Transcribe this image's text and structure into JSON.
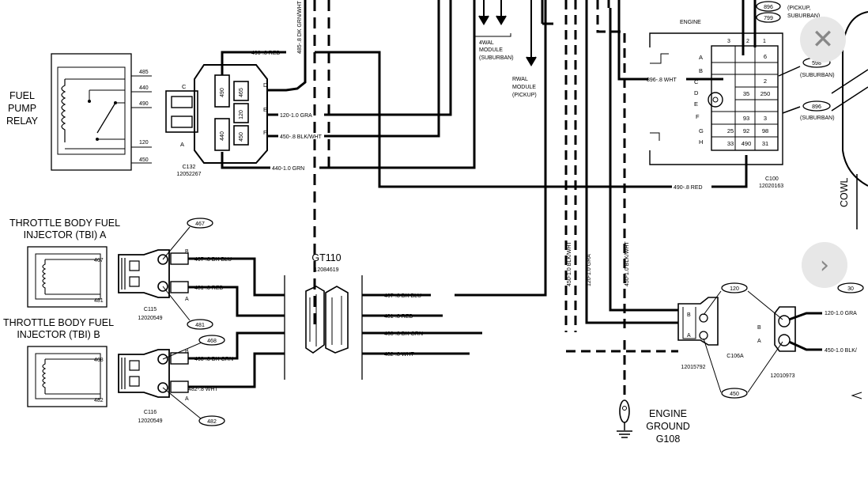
{
  "relay": {
    "title_lines": [
      "FUEL",
      "PUMP",
      "RELAY"
    ],
    "pins": [
      "485",
      "440",
      "490",
      "120",
      "450"
    ]
  },
  "c132": {
    "name": "C132",
    "part": "12052267",
    "cavities": [
      "490",
      "465",
      "120",
      "440",
      "450"
    ],
    "side_letters": [
      "C",
      "D",
      "E",
      "F",
      "A"
    ]
  },
  "c132_wires": [
    "490-.8 RED",
    "485-.8 DK GRN/WHT",
    "120-1.0 GRA",
    "450-.8 BLK/WHT",
    "440-1.0 GRN"
  ],
  "c100": {
    "name": "C100",
    "part": "12020163",
    "header": "ENGINE",
    "row_letters": [
      "A",
      "B",
      "C",
      "D",
      "E",
      "F",
      "G",
      "H"
    ],
    "col_numbers": [
      "3",
      "2",
      "1"
    ],
    "cells": [
      "6",
      "2",
      "35",
      "250",
      "93",
      "3",
      "25",
      "92",
      "98",
      "33",
      "490",
      "31"
    ],
    "wires": [
      "896-.8 WHT",
      "490-.8 RED"
    ],
    "callouts": [
      "896",
      "799",
      "598",
      "896"
    ],
    "notes": [
      "(PICKUP,",
      "SUBURBAN)",
      "(SUBURBAN)",
      "(SUBURBAN)"
    ]
  },
  "modules": {
    "four_wal": [
      "4WAL",
      "MODULE",
      "(SUBURBAN)"
    ],
    "rwal": [
      "RWAL",
      "MODULE",
      "(PICKUP)"
    ]
  },
  "cowl": "COWL",
  "injector_a": {
    "title_lines": [
      "THROTTLE BODY FUEL",
      "INJECTOR (TBI) A"
    ],
    "pins": [
      "467",
      "481"
    ],
    "conn": "C115",
    "part": "12020549",
    "side_letters": [
      "B",
      "A"
    ],
    "callouts": [
      "467",
      "481"
    ],
    "wires": [
      "467-.8 DK BLU",
      "481-.8 RED"
    ]
  },
  "injector_b": {
    "title_lines": [
      "THROTTLE BODY FUEL",
      "INJECTOR (TBI) B"
    ],
    "pins": [
      "468",
      "482"
    ],
    "conn": "C116",
    "part": "12020549",
    "side_letters": [
      "B",
      "A"
    ],
    "callouts": [
      "468",
      "482"
    ],
    "wires": [
      "468-.8 DK GRN",
      "482-.8 WHT"
    ]
  },
  "gt110": {
    "name": "GT110",
    "part": "12084619",
    "wires": [
      "467-.8 DK BLU",
      "481-.8 RED",
      "468-.8 DK GRN",
      "482-.8 WHT"
    ]
  },
  "vertical_wires": [
    "450-1.0 BLK/WHT",
    "120-1.0 GRA",
    "450-1.0 BLK/WHT"
  ],
  "ground": {
    "label_lines": [
      "ENGINE",
      "GROUND",
      "G108"
    ]
  },
  "c106a": {
    "name": "C106A",
    "left_part": "12015792",
    "right_part": "12010973",
    "callouts": [
      "120",
      "450",
      "30"
    ],
    "left_letters": [
      "B",
      "A"
    ],
    "right_letters": [
      "B",
      "A"
    ],
    "wires": [
      "120-1.0 GRA",
      "450-1.0 BLK/"
    ]
  },
  "nav": {
    "close_icon": "close-icon",
    "next_icon": "chevron-right-icon"
  }
}
